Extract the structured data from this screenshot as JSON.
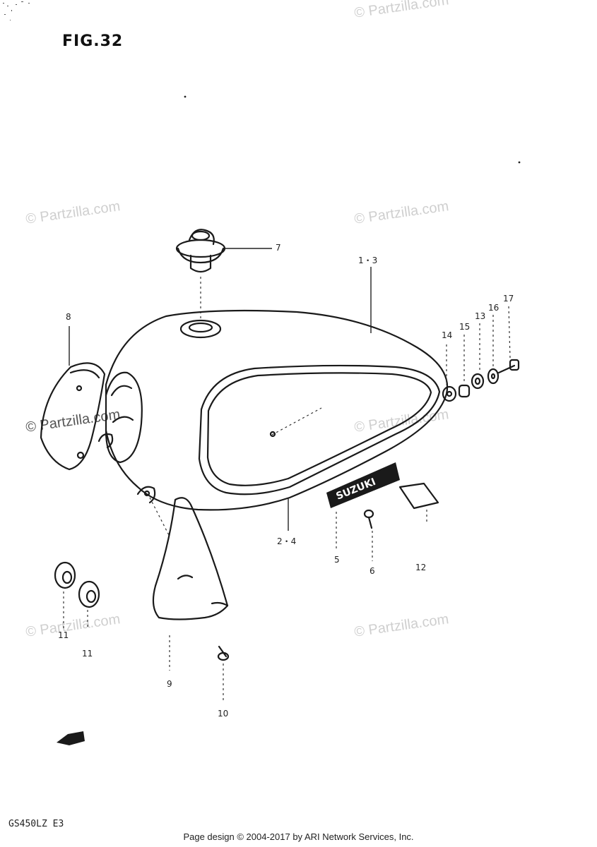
{
  "title": "FIG.32",
  "model_code": "GS450LZ E3",
  "footer": "Page design © 2004-2017 by ARI Network Services, Inc.",
  "watermark": "© Partzilla.com",
  "callouts": {
    "c7": "7",
    "c1_3": "1・3",
    "c8": "8",
    "c14": "14",
    "c15": "15",
    "c13": "13",
    "c16": "16",
    "c17": "17",
    "c2_4": "2・4",
    "c5": "5",
    "c6": "6",
    "c12": "12",
    "c11a": "11",
    "c11b": "11",
    "c9": "9",
    "c10": "10"
  },
  "emblem_text": "SUZUKI"
}
